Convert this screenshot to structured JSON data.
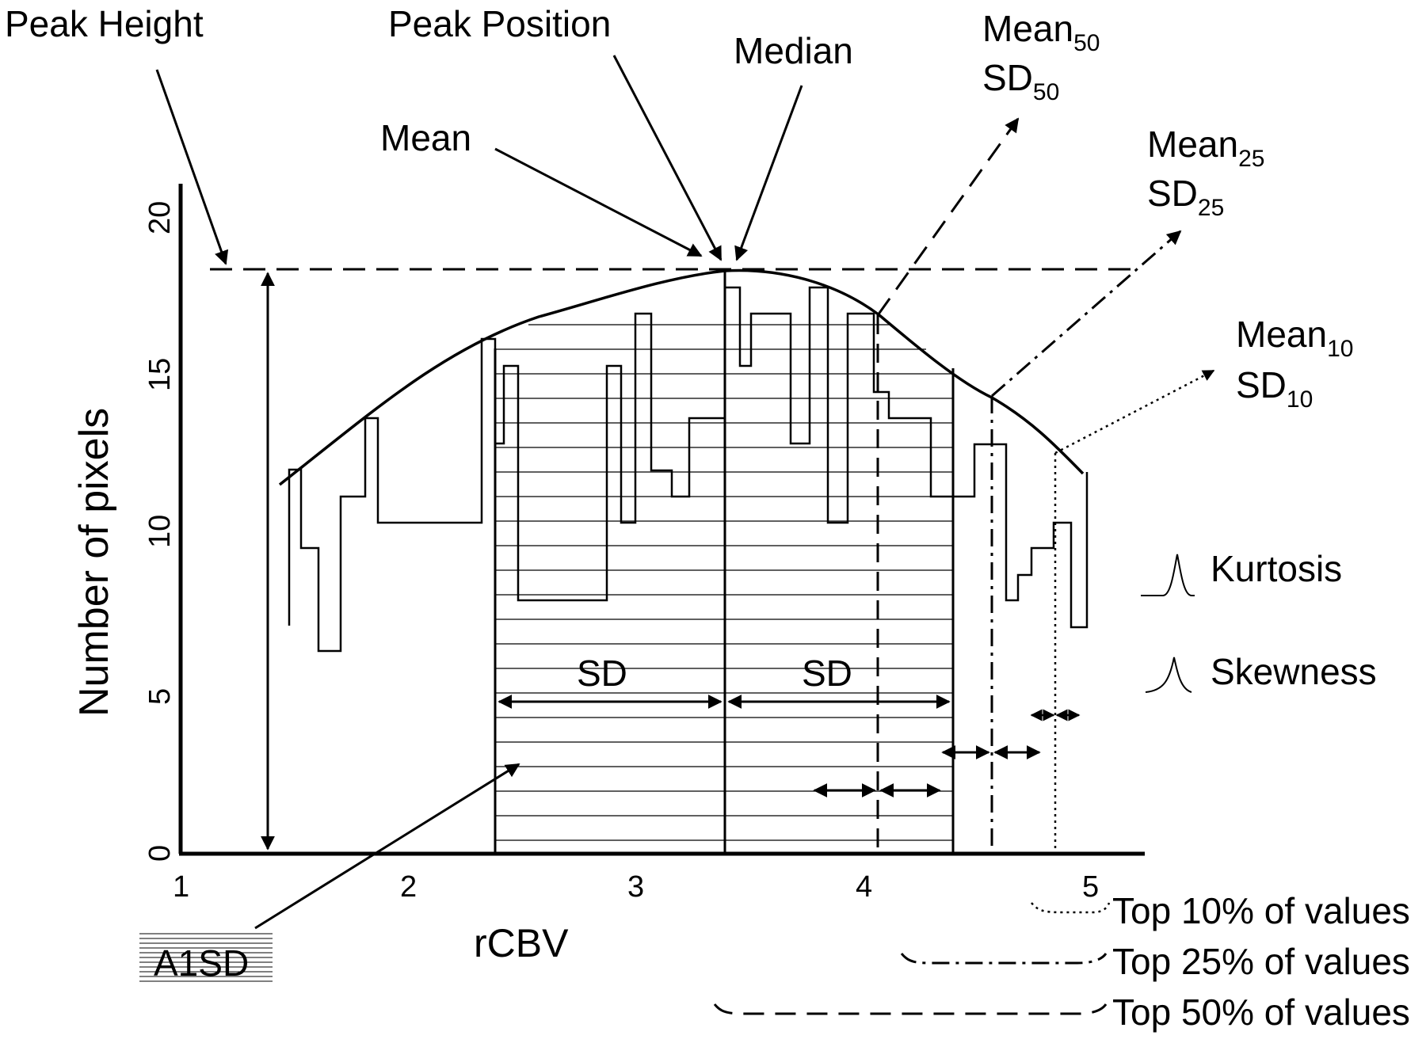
{
  "labels": {
    "peak_height": "Peak Height",
    "peak_position": "Peak Position",
    "median": "Median",
    "mean": "Mean",
    "mean50_base": "Mean",
    "mean50_sub": "50",
    "sd50_base": "SD",
    "sd50_sub": "50",
    "mean25_base": "Mean",
    "mean25_sub": "25",
    "sd25_base": "SD",
    "sd25_sub": "25",
    "mean10_base": "Mean",
    "mean10_sub": "10",
    "sd10_base": "SD",
    "sd10_sub": "10",
    "sd_left": "SD",
    "sd_right": "SD",
    "kurtosis": "Kurtosis",
    "skewness": "Skewness",
    "a1sd": "A1SD",
    "x_axis": "rCBV",
    "y_axis": "Number of pixels"
  },
  "legend": {
    "top10": "Top 10% of values",
    "top25": "Top 25% of values",
    "top50": "Top 50% of values"
  },
  "axes": {
    "x_ticks": [
      "1",
      "2",
      "3",
      "4",
      "5"
    ],
    "y_ticks": [
      "0",
      "5",
      "10",
      "15",
      "20"
    ]
  }
}
